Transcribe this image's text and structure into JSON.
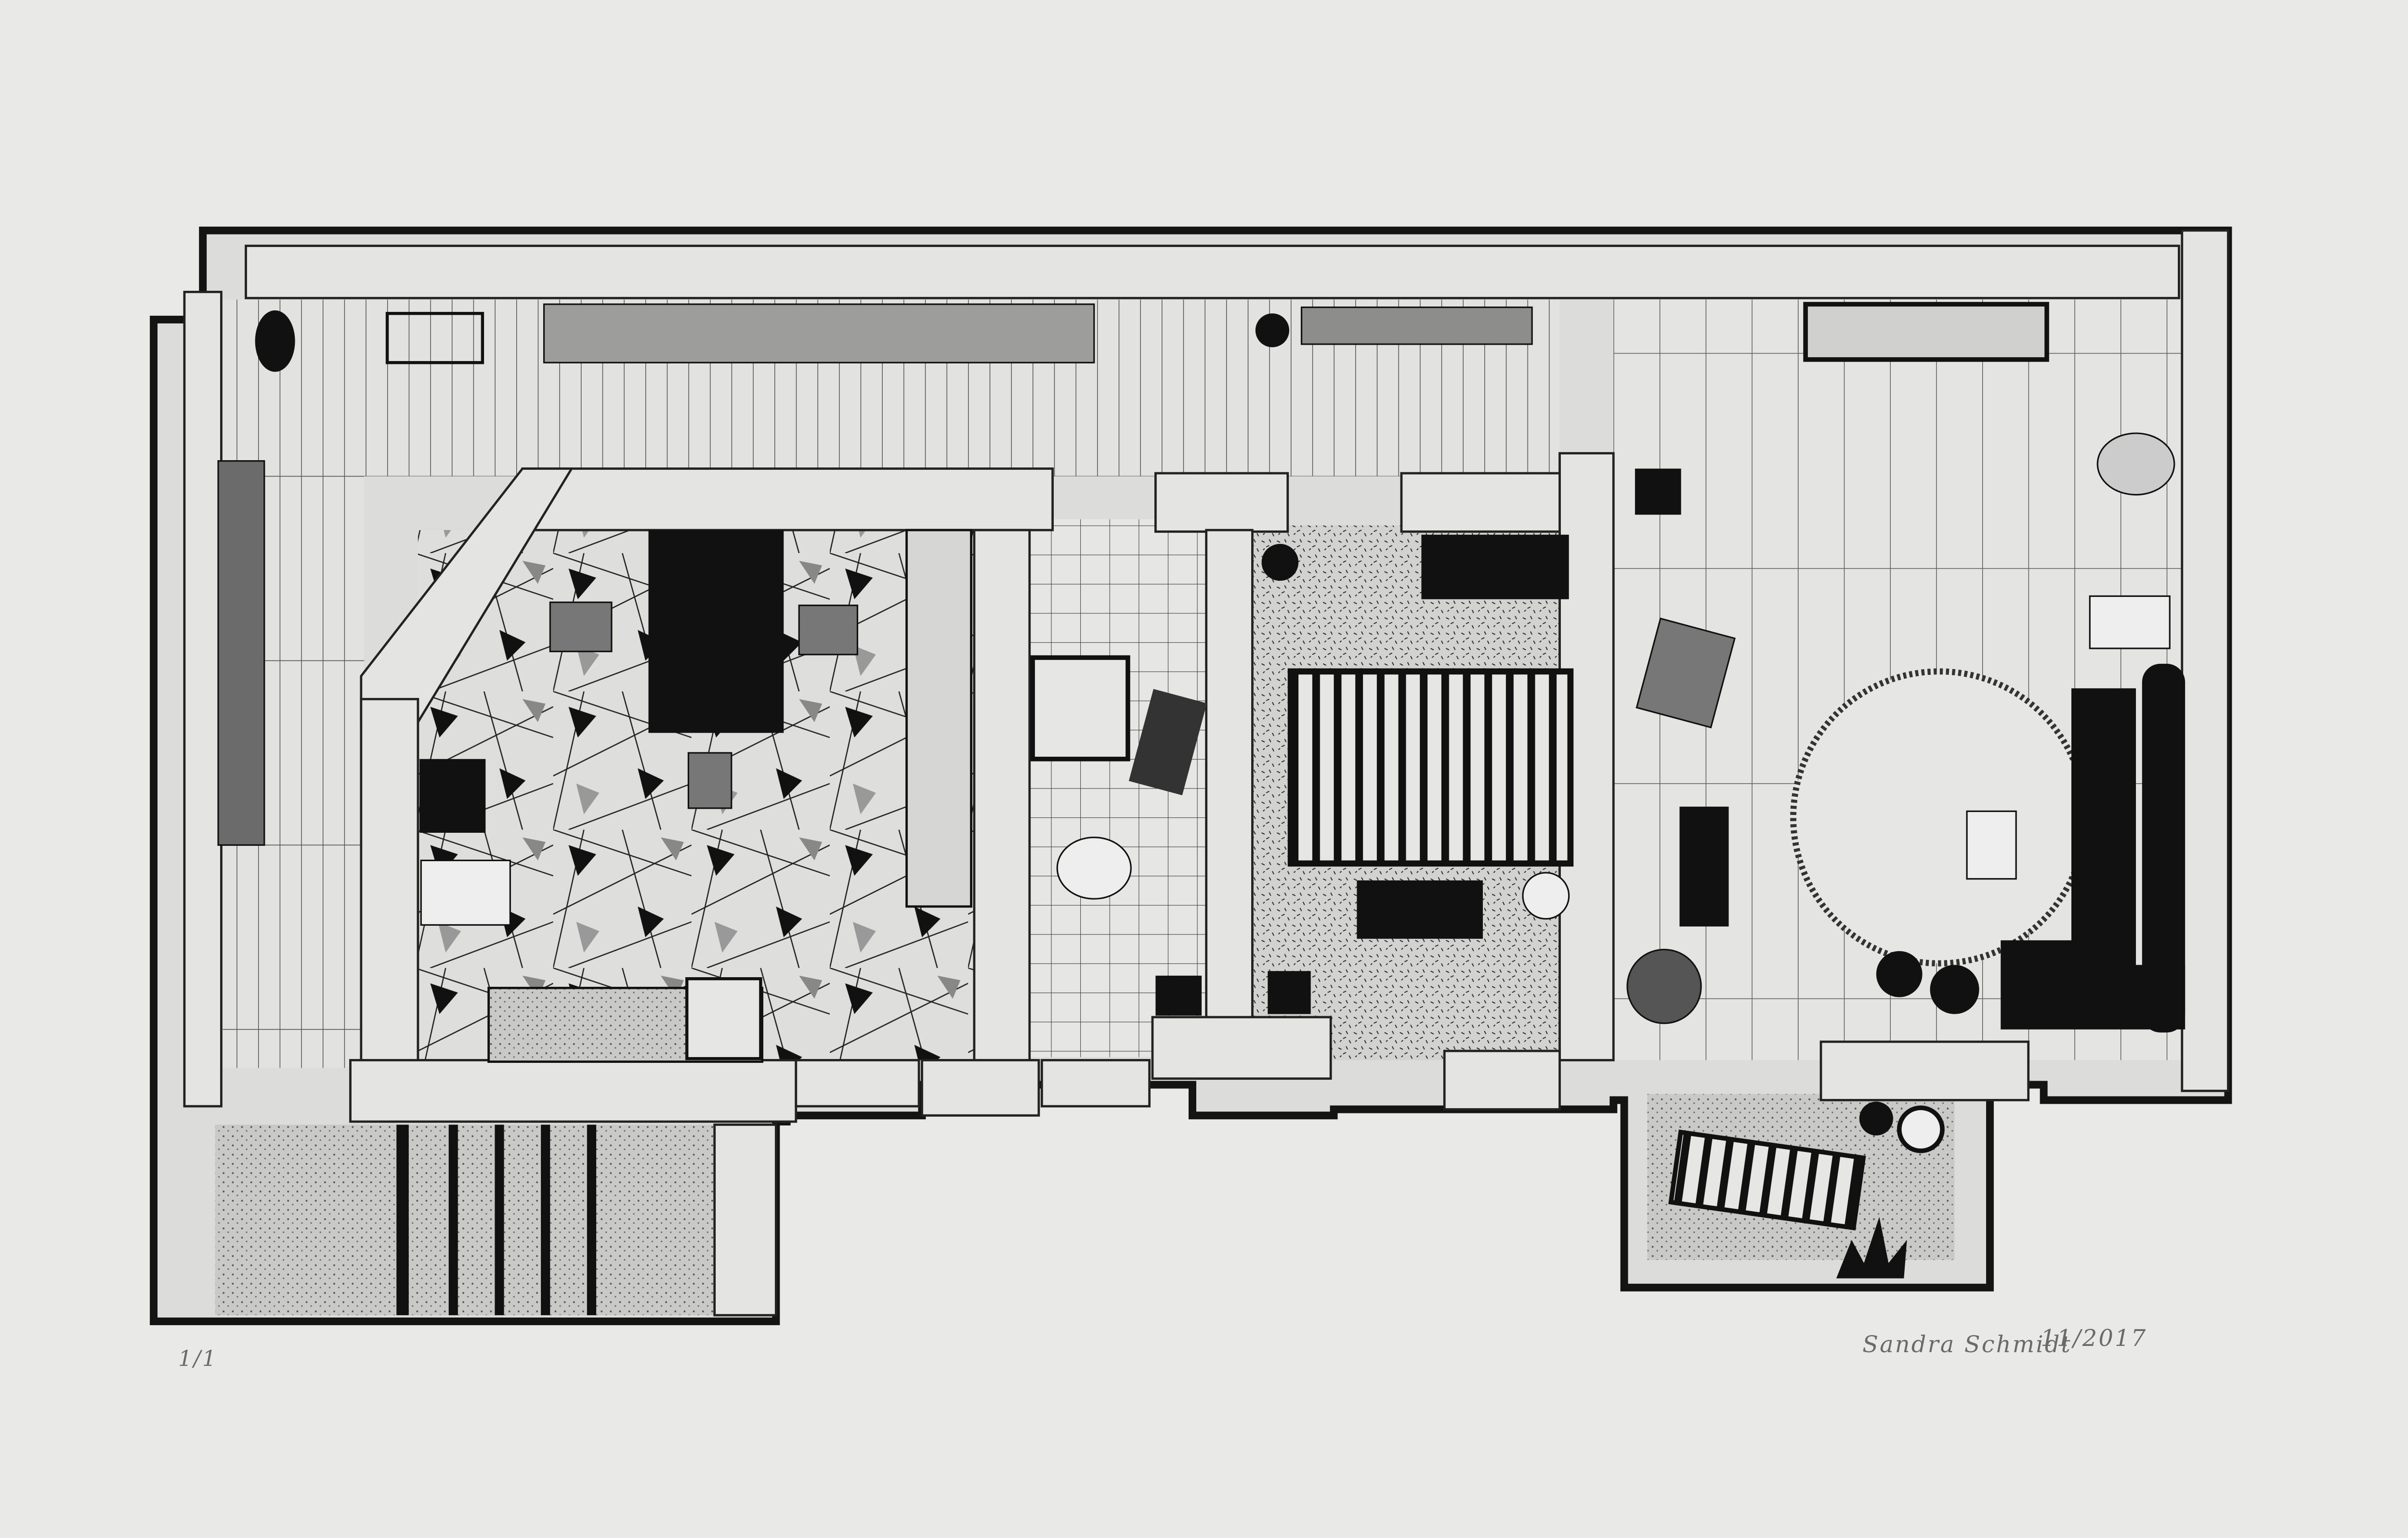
{
  "artwork": {
    "edition": "1/1",
    "signature": "Sandra Schmidt",
    "date": "11/2017"
  },
  "colors": {
    "paper": "#e9e9e7",
    "ink": "#141414",
    "plate": "#dcdcda",
    "mid_grey": "#9a9a98"
  }
}
